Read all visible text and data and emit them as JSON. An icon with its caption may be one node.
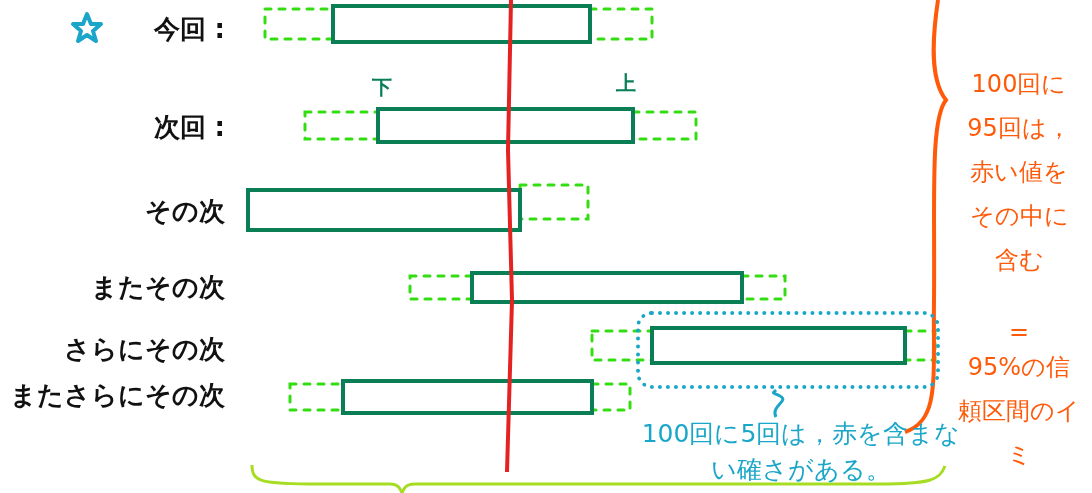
{
  "diagram": {
    "nodes": [
      {
        "text": [
          "100回に5回は，赤を含まない確さがある。"
        ]
      },
      {
        "text": [],
        "shape": "box"
      }
    ],
    "edges": [
      {
        "from": 0,
        "to": 1,
        "arrow": "none"
      }
    ],
    "labels": [
      "今回 :",
      "次回 :",
      "その次",
      "またその次",
      "さらにその次",
      "またさらにその次",
      "下",
      "上",
      "100回に95回は，赤い値をその中に含む",
      "=",
      "95%の信頼区間のイミ"
    ]
  }
}
